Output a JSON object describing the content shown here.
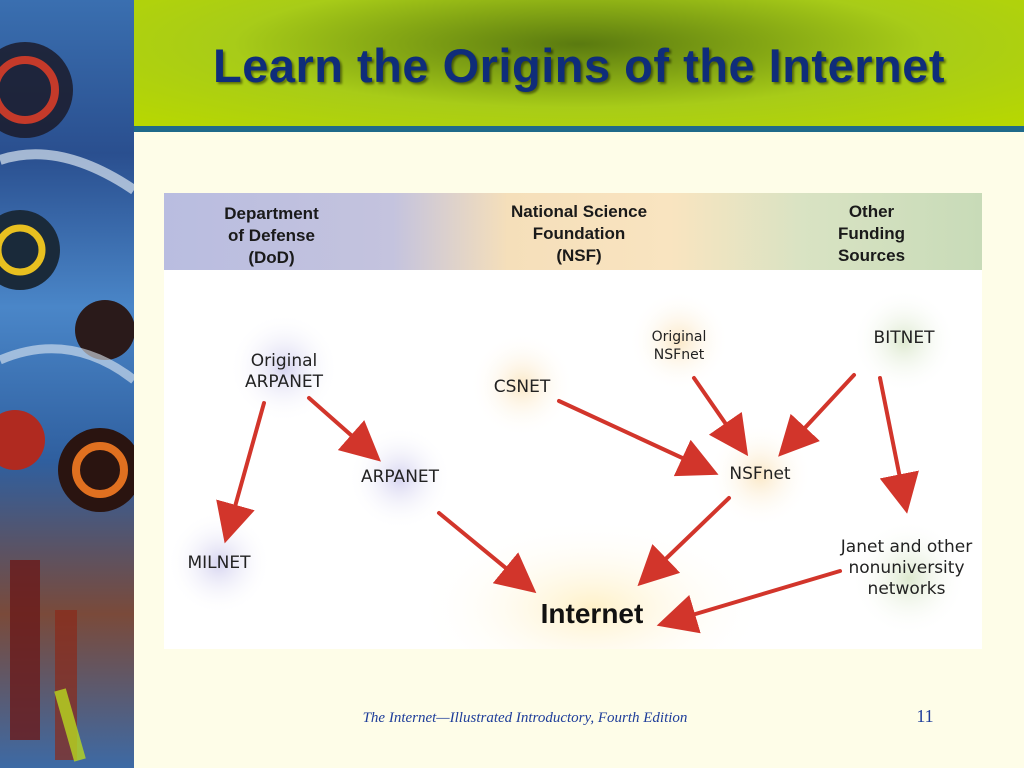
{
  "slide": {
    "title": "Learn the Origins of the Internet",
    "footer": "The Internet—Illustrated Introductory, Fourth Edition",
    "page_number": "11"
  },
  "diagram": {
    "headers": {
      "dod": "Department\nof Defense\n(DoD)",
      "nsf": "National Science\nFoundation\n(NSF)",
      "other": "Other\nFunding\nSources"
    },
    "nodes": {
      "original_arpanet": "Original\nARPANET",
      "arpanet": "ARPANET",
      "milnet": "MILNET",
      "csnet": "CSNET",
      "original_nsfnet": "Original\nNSFnet",
      "nsfnet": "NSFnet",
      "bitnet": "BITNET",
      "janet": "Janet and other\nnonuniversity\nnetworks",
      "internet": "Internet"
    },
    "colors": {
      "arrow": "#d2352b",
      "title_text": "#0f2d7a",
      "title_bar": "#a8cc18",
      "rule": "#1f6a8a",
      "footer_text": "#1e3d9a"
    }
  }
}
